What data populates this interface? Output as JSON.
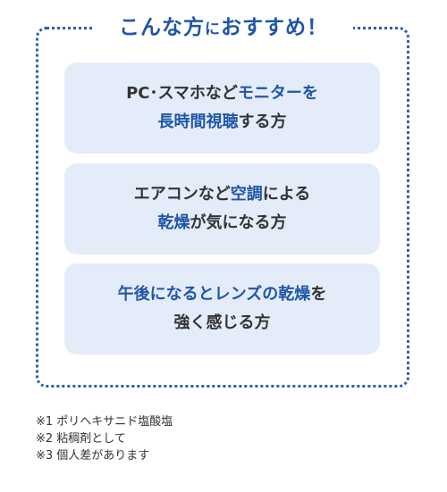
{
  "heading": {
    "part1": "こんな方",
    "part2": "に",
    "part3": "おすすめ！"
  },
  "cards": [
    {
      "line1_normal": "PC･スマホなど",
      "line1_highlight": "モニターを",
      "line2_highlight": "長時間視聴",
      "line2_normal": "する方"
    },
    {
      "line1_normal": "エアコンなど",
      "line1_highlight": "空調",
      "line1_normal2": "による",
      "line2_highlight": "乾燥",
      "line2_normal": "が気になる方"
    },
    {
      "line1_highlight": "午後になるとレンズの乾燥",
      "line1_normal": "を",
      "line2_normal": "強く感じる方"
    }
  ],
  "notes": [
    "※1  ポリヘキサニド塩酸塩",
    "※2  粘稠剤として",
    "※3  個人差があります"
  ],
  "colors": {
    "accent": "#1f56a8",
    "card_bg": "#e4ecfa",
    "text": "#333333"
  }
}
